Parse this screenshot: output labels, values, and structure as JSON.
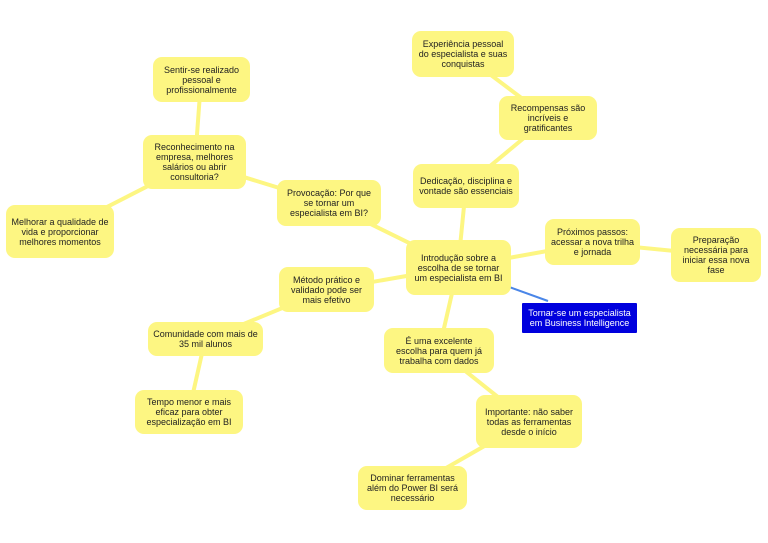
{
  "nodes": {
    "center": "Introdução sobre a escolha de se tornar um especialista em BI",
    "provocacao": "Provocação: Por que se tornar um especialista em BI?",
    "reconhecimento": "Reconhecimento na empresa, melhores salários ou abrir consultoria?",
    "realizado": "Sentir-se realizado pessoal e profissionalmente",
    "qualidade": "Melhorar a qualidade de vida e proporcionar melhores momentos",
    "metodo": "Método prático e validado pode ser mais efetivo",
    "comunidade": "Comunidade com mais de 35 mil alunos",
    "tempo": "Tempo menor e mais eficaz para obter especialização em BI",
    "dedicacao": "Dedicação, disciplina e vontade são essenciais",
    "recompensas": "Recompensas são incríveis e gratificantes",
    "experiencia": "Experiência pessoal do especialista e suas conquistas",
    "proximos": "Próximos passos: acessar a nova trilha e jornada",
    "preparacao": "Preparação necessária para iniciar essa nova fase",
    "excelente": "É uma excelente escolha para quem já trabalha com dados",
    "importante": "Importante: não saber todas as ferramentas desde o início",
    "dominar": "Dominar ferramentas além do Power BI será necessário",
    "tornar": "Tornar-se um especialista em Business Intelligence"
  },
  "colors": {
    "node_fill": "#fdf682",
    "edge": "#fdf682",
    "highlight_fill": "#0000dd",
    "highlight_text": "#ffffff",
    "highlight_edge": "#4a86e8"
  }
}
